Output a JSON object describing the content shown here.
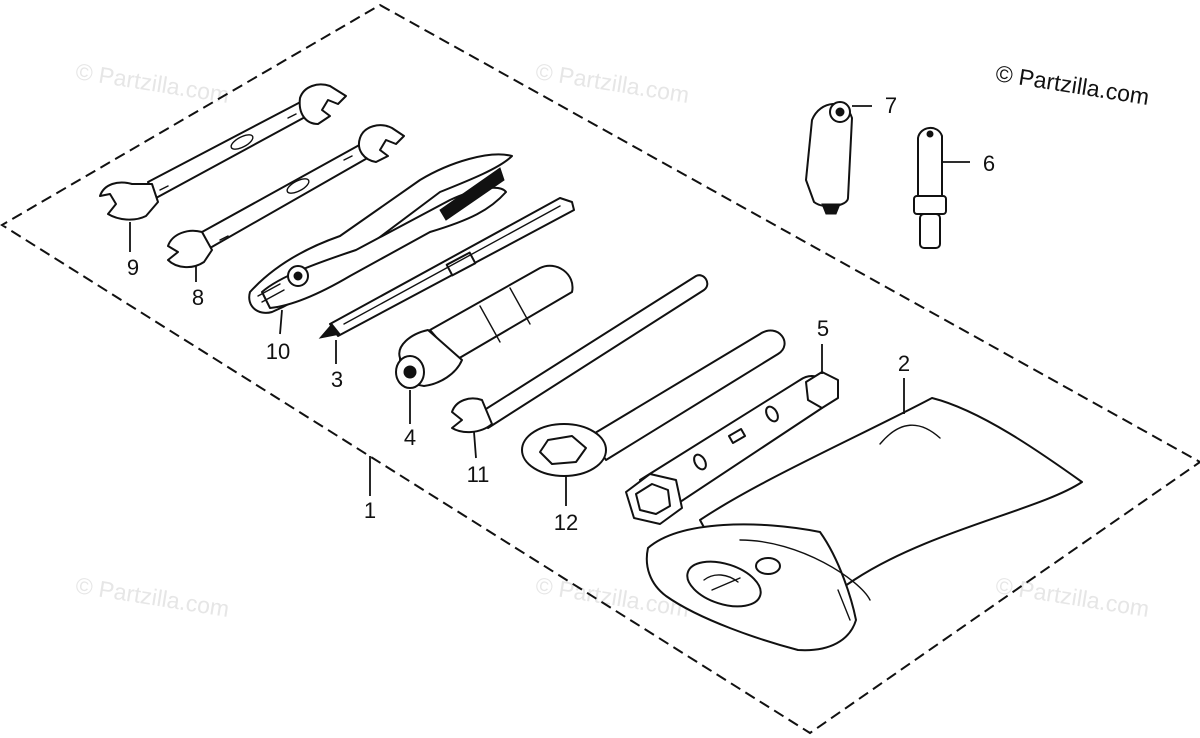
{
  "copyright": "© Partzilla.com",
  "watermark": "© Partzilla.com",
  "callouts": {
    "c1": "1",
    "c2": "2",
    "c3": "3",
    "c4": "4",
    "c5": "5",
    "c6": "6",
    "c7": "7",
    "c8": "8",
    "c9": "9",
    "c10": "10",
    "c11": "11",
    "c12": "12"
  },
  "colors": {
    "line": "#111111",
    "background": "#ffffff",
    "watermark": "#e6e6e6"
  }
}
